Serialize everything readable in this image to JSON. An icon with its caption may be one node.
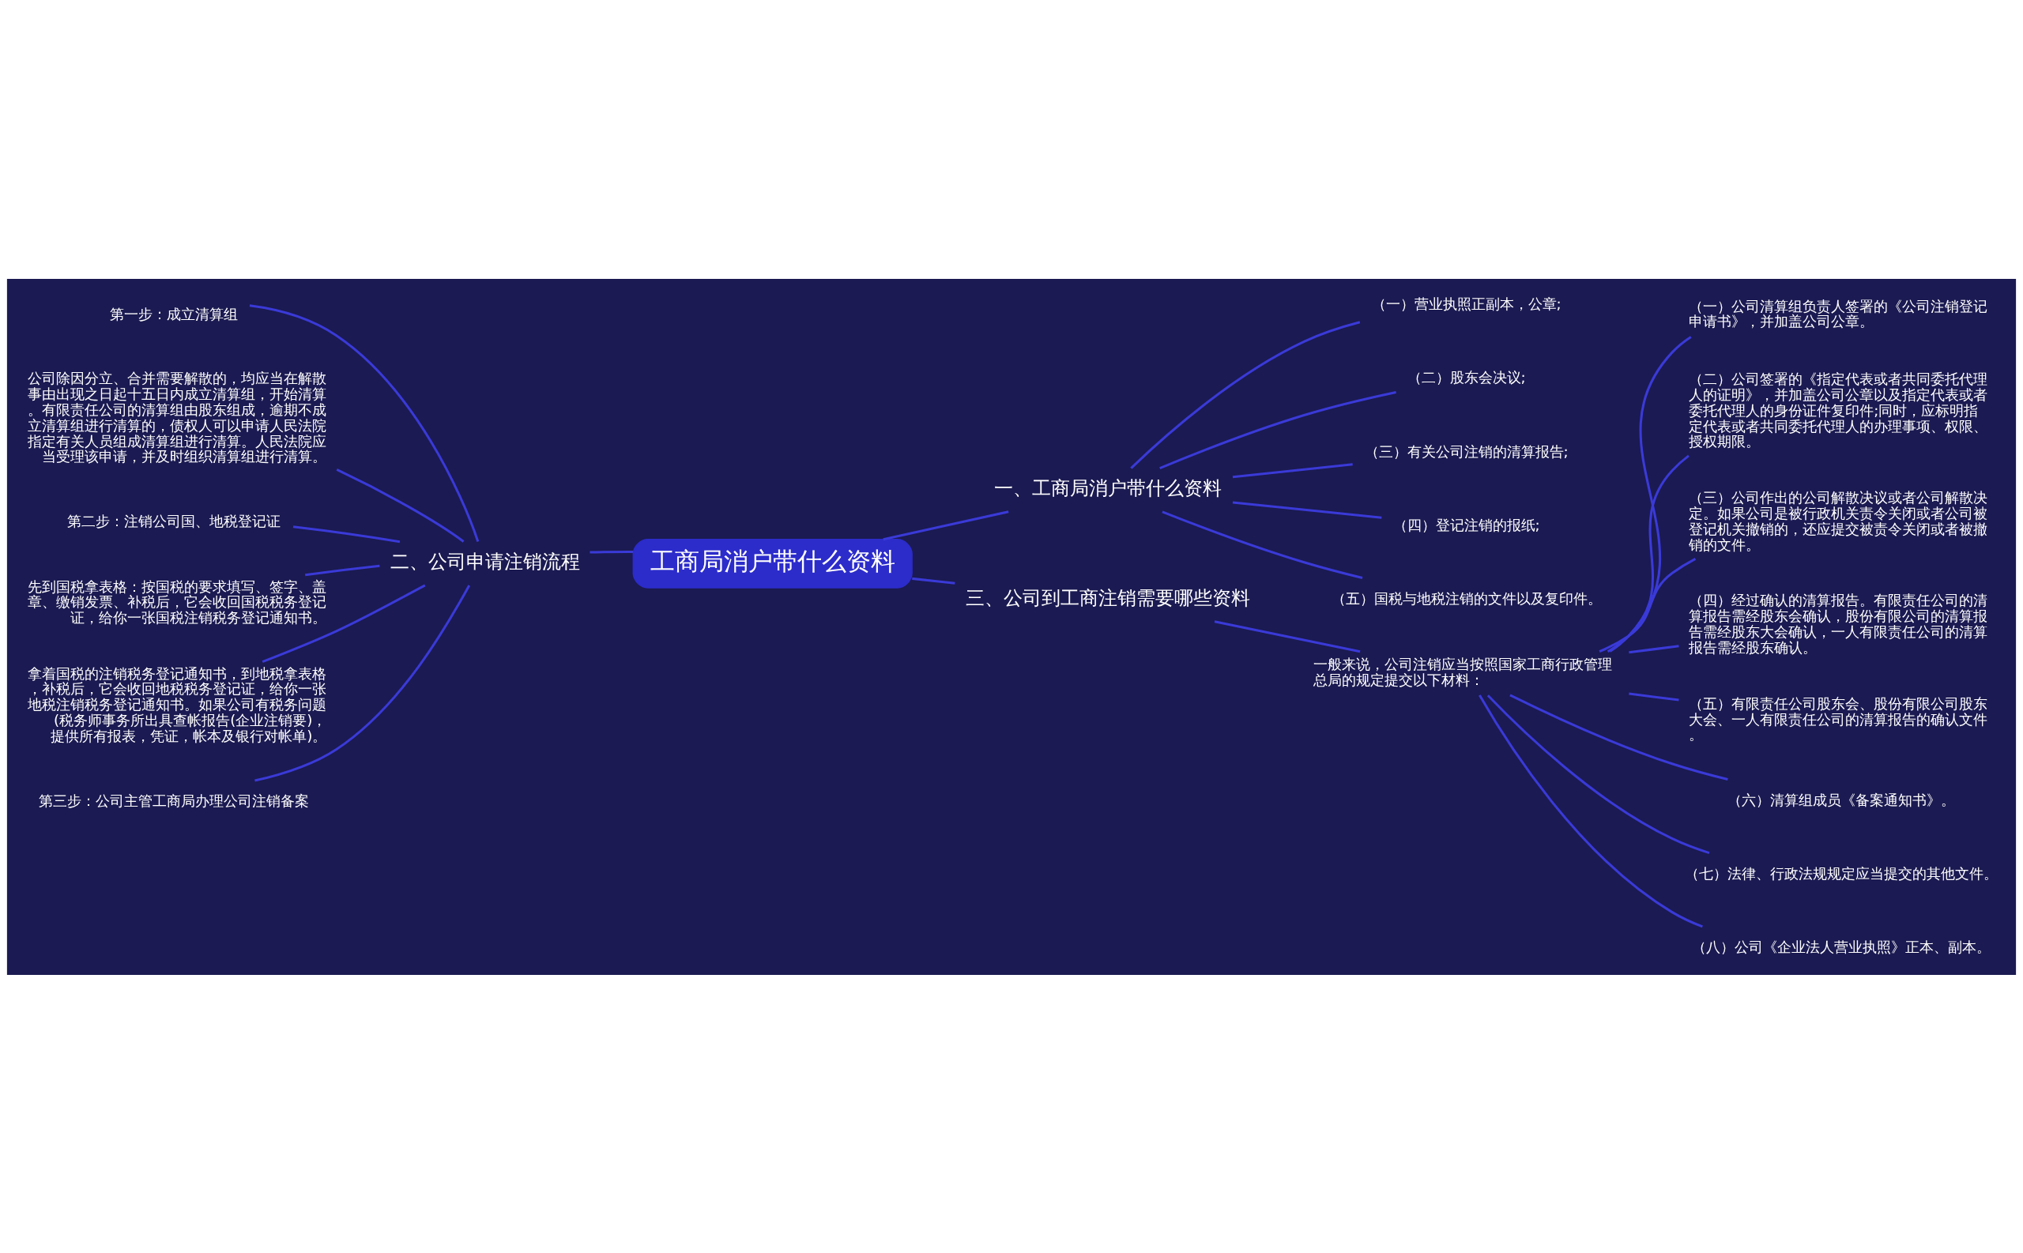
{
  "diagram": {
    "nodes": [
      {
        "text": [
          "工商局消户带什么资料"
        ]
      },
      {
        "text": [
          "一、工商局消户带什么资料"
        ]
      },
      {
        "text": [
          "（一）营业执照正副本，公章;"
        ]
      },
      {
        "text": [
          "（二）股东会决议;"
        ]
      },
      {
        "text": [
          "（三）有关公司注销的清算报告;"
        ]
      },
      {
        "text": [
          "（四）登记注销的报纸;"
        ]
      },
      {
        "text": [
          "（五）国税与地税注销的文件以及复印件。"
        ]
      },
      {
        "text": [
          "二、公司申请注销流程"
        ]
      },
      {
        "text": [
          "第一步：成立清算组"
        ]
      },
      {
        "text": [
          "公司除因分立、合并需要解散的，均应当在解散事由出现之日起十五日内成立清算组，开始清算。有限责任公司的清算组由股东组成，逾期不成立清算组进行清算的，债权人可以申请人民法院指定有关人员组成清算组进行清算。人民法院应当受理该申请，并及时组织清算组进行清算。"
        ]
      },
      {
        "text": [
          "第二步：注销公司国、地税登记证"
        ]
      },
      {
        "text": [
          "先到国税拿表格：按国税的要求填写、签字、盖章、缴销发票、补税后，它会收回国税税务登记证，给你一张国税注销税务登记通知书。"
        ]
      },
      {
        "text": [
          "拿着国税的注销税务登记通知书，到地税拿表格，补税后，它会收回地税税务登记证，给你一张地税注销税务登记通知书。如果公司有税务问题(税务师事务所出具查帐报告(企业注销要)，提供所有报表，凭证，帐本及银行对帐单)。"
        ]
      },
      {
        "text": [
          "第三步：公司主管工商局办理公司注销备案"
        ]
      },
      {
        "text": [
          "三、公司到工商注销需要哪些资料"
        ]
      },
      {
        "text": [
          "一般来说，公司注销应当按照国家工商行政管理总局的规定提交以下材料："
        ]
      },
      {
        "text": [
          "（一）公司清算组负责人签署的《公司注销登记申请书》，并加盖公司公章。"
        ]
      },
      {
        "text": [
          "（二）公司签署的《指定代表或者共同委托代理人的证明》，并加盖公司公章以及指定代表或者委托代理人的身份证件复印件;同时，应标明指定代表或者共同委托代理人的办理事项、权限、授权期限。"
        ]
      },
      {
        "text": [
          "（三）公司作出的公司解散决议或者公司解散决定。如果公司是被行政机关责令关闭或者公司被登记机关撤销的，还应提交被责令关闭或者被撤销的文件。"
        ]
      },
      {
        "text": [
          "（四）经过确认的清算报告。有限责任公司的清算报告需经股东会确认，股份有限公司的清算报告需经股东大会确认，一人有限责任公司的清算报告需经股东确认。"
        ]
      },
      {
        "text": [
          "（五）有限责任公司股东会、股份有限公司股东大会、一人有限责任公司的清算报告的确认文件。"
        ]
      },
      {
        "text": [
          "（六）清算组成员《备案通知书》。"
        ]
      },
      {
        "text": [
          "（七）法律、行政法规规定应当提交的其他文件。"
        ]
      },
      {
        "text": [
          "（八）公司《企业法人营业执照》正本、副本。"
        ]
      }
    ],
    "edges": [
      {
        "from": 0,
        "to": 1,
        "arrow": "none"
      },
      {
        "from": 1,
        "to": 2,
        "arrow": "none"
      },
      {
        "from": 1,
        "to": 3,
        "arrow": "none"
      },
      {
        "from": 1,
        "to": 4,
        "arrow": "none"
      },
      {
        "from": 1,
        "to": 5,
        "arrow": "none"
      },
      {
        "from": 1,
        "to": 6,
        "arrow": "none"
      },
      {
        "from": 0,
        "to": 7,
        "arrow": "none"
      },
      {
        "from": 7,
        "to": 8,
        "arrow": "none"
      },
      {
        "from": 7,
        "to": 9,
        "arrow": "none"
      },
      {
        "from": 7,
        "to": 10,
        "arrow": "none"
      },
      {
        "from": 7,
        "to": 11,
        "arrow": "none"
      },
      {
        "from": 7,
        "to": 12,
        "arrow": "none"
      },
      {
        "from": 7,
        "to": 13,
        "arrow": "none"
      },
      {
        "from": 0,
        "to": 14,
        "arrow": "none"
      },
      {
        "from": 14,
        "to": 15,
        "arrow": "none"
      },
      {
        "from": 15,
        "to": 16,
        "arrow": "none"
      },
      {
        "from": 15,
        "to": 17,
        "arrow": "none"
      },
      {
        "from": 15,
        "to": 18,
        "arrow": "none"
      },
      {
        "from": 15,
        "to": 19,
        "arrow": "none"
      },
      {
        "from": 15,
        "to": 20,
        "arrow": "none"
      },
      {
        "from": 15,
        "to": 21,
        "arrow": "none"
      },
      {
        "from": 15,
        "to": 22,
        "arrow": "none"
      },
      {
        "from": 15,
        "to": 23,
        "arrow": "none"
      }
    ]
  }
}
